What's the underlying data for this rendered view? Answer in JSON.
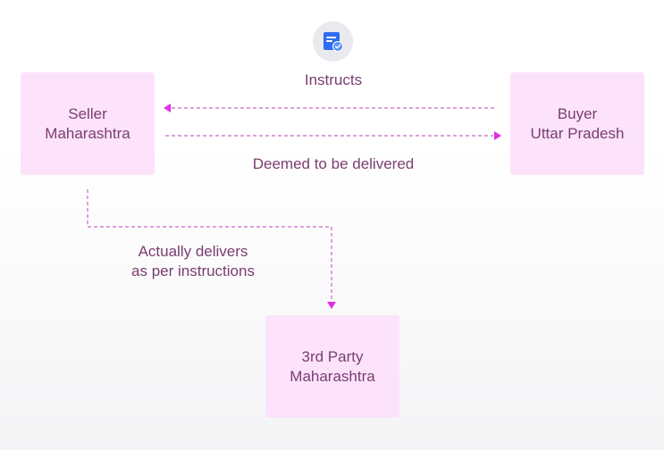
{
  "nodes": {
    "seller": {
      "line1": "Seller",
      "line2": "Maharashtra"
    },
    "buyer": {
      "line1": "Buyer",
      "line2": "Uttar Pradesh"
    },
    "third_party": {
      "line1": "3rd Party",
      "line2": "Maharashtra"
    }
  },
  "edges": {
    "instructs": "Instructs",
    "deemed": "Deemed to be delivered",
    "actual_line1": "Actually delivers",
    "actual_line2": "as per instructions"
  },
  "icons": {
    "top": "document-check-icon"
  },
  "colors": {
    "box_fill": "#fce3fb",
    "text": "#7a3d70",
    "arrow": "#e22ee6",
    "dash": "#c46ac2",
    "icon_blue": "#2f6df0"
  }
}
